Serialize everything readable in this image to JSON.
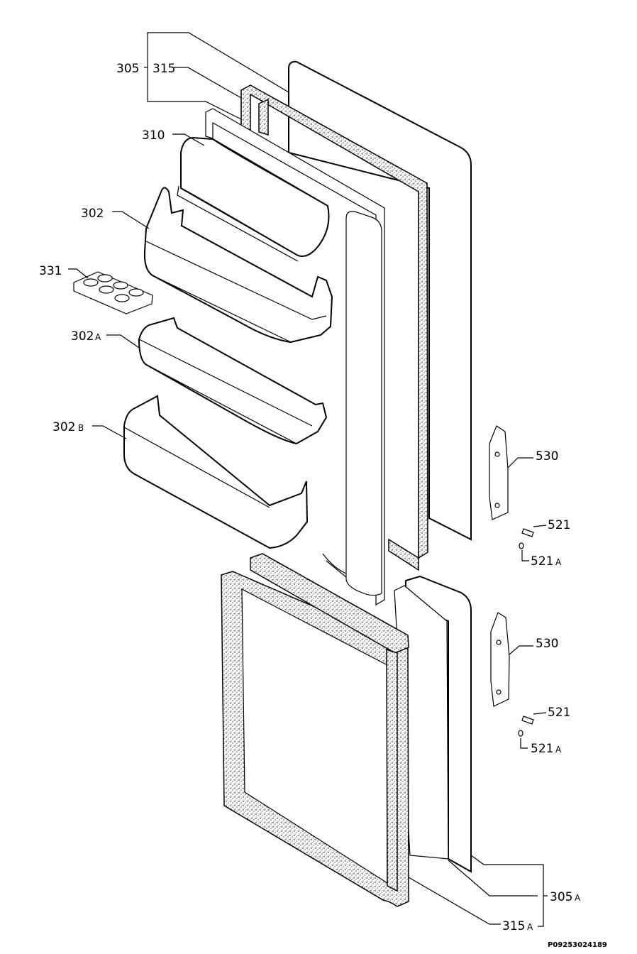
{
  "labels": {
    "l305": "305",
    "l315": "315",
    "l310": "310",
    "l302": "302",
    "l331": "331",
    "l302A": "302",
    "l302A_suffix": "A",
    "l302B": "302",
    "l302B_suffix": "B",
    "l530_top": "530",
    "l521_top": "521",
    "l521A_top": "521",
    "l521A_top_suffix": "A",
    "l530_bottom": "530",
    "l521_bottom": "521",
    "l521A_bottom": "521",
    "l521A_bottom_suffix": "A",
    "l305A": "305",
    "l305A_suffix": "A",
    "l315A": "315",
    "l315A_suffix": "A"
  },
  "reference_code": "P09253024189"
}
